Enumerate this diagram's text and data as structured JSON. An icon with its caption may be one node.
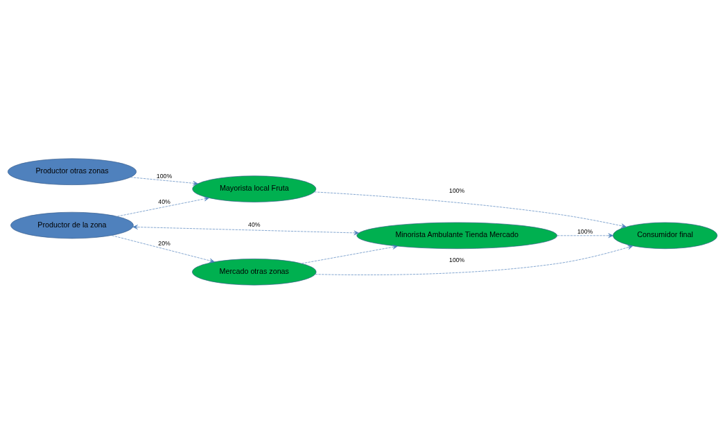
{
  "diagram": {
    "nodes": [
      {
        "text": [
          "Productor de la zona"
        ]
      },
      {
        "text": [
          "Productor otras zonas"
        ]
      },
      {
        "text": [
          "Mayorista local Fruta"
        ]
      },
      {
        "text": [
          "Mercado otras zonas"
        ]
      },
      {
        "text": [
          "Minorista Ambulante Tienda Mercado"
        ]
      },
      {
        "text": [
          "Consumidor final"
        ]
      }
    ],
    "edges": [
      {
        "from": 0,
        "to": 2,
        "arrow": "to",
        "label": "40%",
        "style": "dashed"
      },
      {
        "from": 0,
        "to": 3,
        "arrow": "to",
        "label": "20%",
        "style": "dashed"
      },
      {
        "from": 0,
        "to": 4,
        "arrow": "both",
        "label": "40%",
        "style": "dashed"
      },
      {
        "from": 1,
        "to": 2,
        "arrow": "to",
        "label": "100%",
        "style": "dashed"
      },
      {
        "from": 2,
        "to": 5,
        "arrow": "to",
        "label": "100%",
        "style": "dashed"
      },
      {
        "from": 3,
        "to": 5,
        "arrow": "to",
        "label": "100%",
        "style": "dashed"
      },
      {
        "from": 3,
        "to": 4,
        "arrow": "to",
        "style": "dashed"
      },
      {
        "from": 4,
        "to": 5,
        "arrow": "to",
        "label": "100%",
        "style": "dashed"
      }
    ]
  }
}
